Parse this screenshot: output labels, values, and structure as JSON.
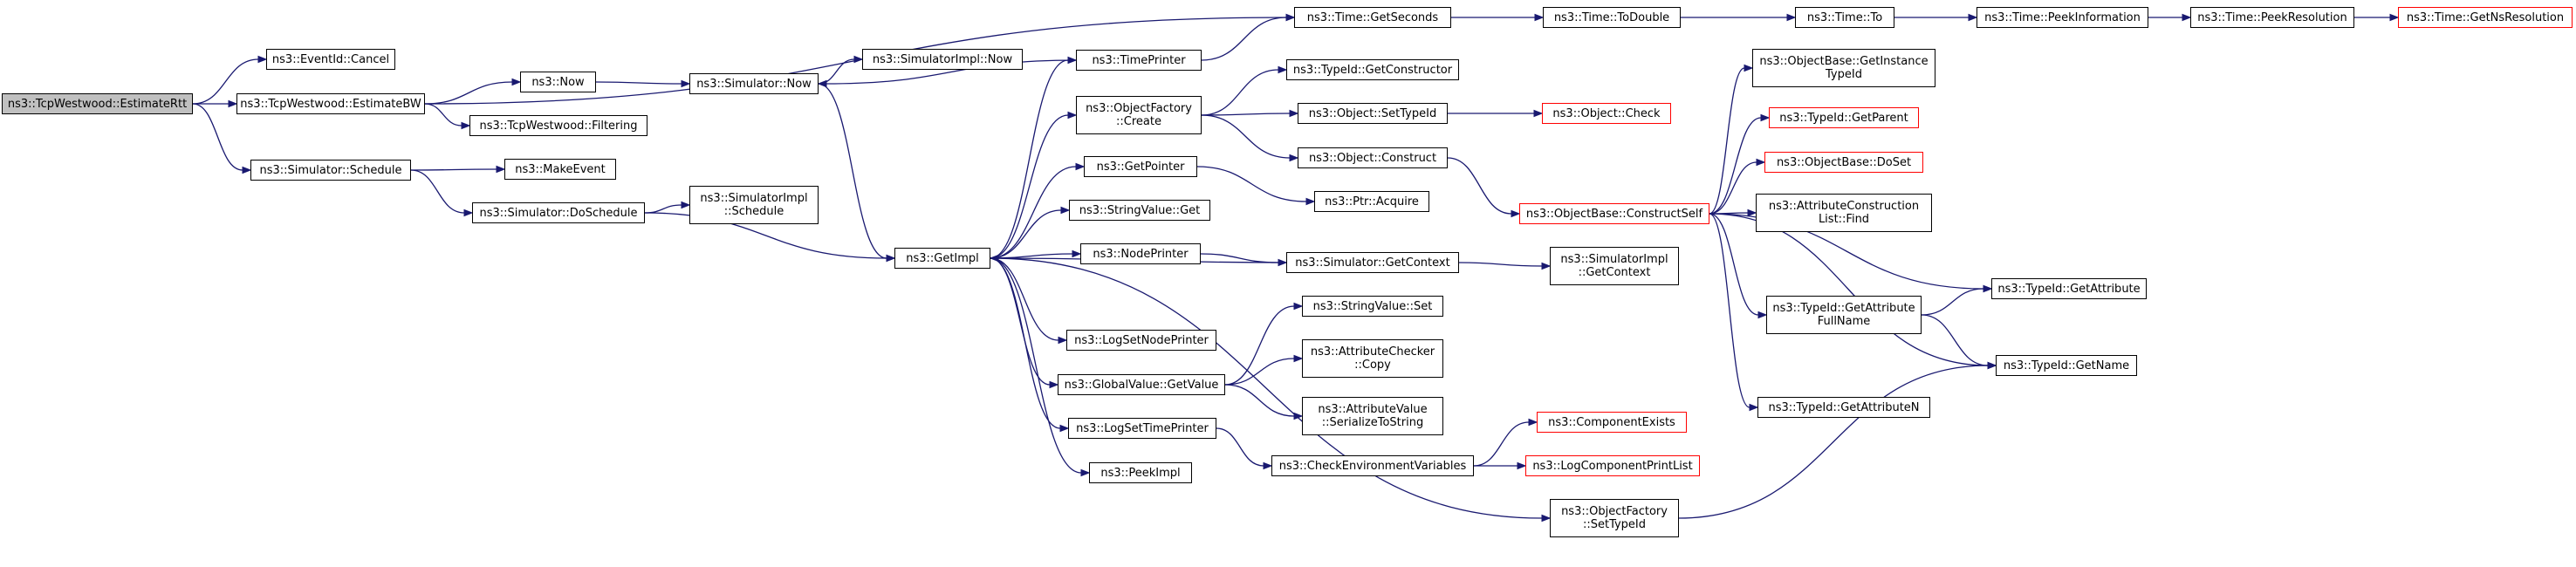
{
  "colors": {
    "edge": "#191970",
    "truncated_border": "#ff0000",
    "root_fill": "#c0c0c0",
    "node_border": "#000000"
  },
  "nodes": {
    "tcpwestwood_estimatertt": "ns3::TcpWestwood::EstimateRtt",
    "eventid_cancel": "ns3::EventId::Cancel",
    "tcpwestwood_estimatebw": "ns3::TcpWestwood::EstimateBW",
    "simulator_schedule": "ns3::Simulator::Schedule",
    "now": "ns3::Now",
    "tcpwestwood_filtering": "ns3::TcpWestwood::Filtering",
    "simulator_now": "ns3::Simulator::Now",
    "simulatorimpl_now": "ns3::SimulatorImpl::Now",
    "makeevent": "ns3::MakeEvent",
    "simulator_doschedule": "ns3::Simulator::DoSchedule",
    "simulatorimpl_schedule_1": "ns3::SimulatorImpl",
    "simulatorimpl_schedule_2": "::Schedule",
    "getimpl": "ns3::GetImpl",
    "time_getseconds": "ns3::Time::GetSeconds",
    "timeprinter": "ns3::TimePrinter",
    "objectfactory_create_1": "ns3::ObjectFactory",
    "objectfactory_create_2": "::Create",
    "getpointer": "ns3::GetPointer",
    "stringvalue_get": "ns3::StringValue::Get",
    "nodeprinter": "ns3::NodePrinter",
    "logsetnodeprinter": "ns3::LogSetNodePrinter",
    "globalvalue_getvalue": "ns3::GlobalValue::GetValue",
    "logsettimeprinter": "ns3::LogSetTimePrinter",
    "peekimpl": "ns3::PeekImpl",
    "objectfactory_settypeid_1": "ns3::ObjectFactory",
    "objectfactory_settypeid_2": "::SetTypeId",
    "time_todouble": "ns3::Time::ToDouble",
    "typeid_getconstructor": "ns3::TypeId::GetConstructor",
    "object_settypeid": "ns3::Object::SetTypeId",
    "object_construct": "ns3::Object::Construct",
    "ptr_acquire": "ns3::Ptr::Acquire",
    "simulator_getcontext": "ns3::Simulator::GetContext",
    "stringvalue_set": "ns3::StringValue::Set",
    "attributechecker_copy_1": "ns3::AttributeChecker",
    "attributechecker_copy_2": "::Copy",
    "attributevalue_serialize_1": "ns3::AttributeValue",
    "attributevalue_serialize_2": "::SerializeToString",
    "checkenvironmentvariables": "ns3::CheckEnvironmentVariables",
    "time_to": "ns3::Time::To",
    "object_check": "ns3::Object::Check",
    "objectbase_constructself": "ns3::ObjectBase::ConstructSelf",
    "simulatorimpl_getcontext_1": "ns3::SimulatorImpl",
    "simulatorimpl_getcontext_2": "::GetContext",
    "componentexists": "ns3::ComponentExists",
    "logcomponentprintlist": "ns3::LogComponentPrintList",
    "time_peekinformation": "ns3::Time::PeekInformation",
    "objectbase_getinstancetypeid_1": "ns3::ObjectBase::GetInstance",
    "objectbase_getinstancetypeid_2": "TypeId",
    "typeid_getparent": "ns3::TypeId::GetParent",
    "objectbase_doset": "ns3::ObjectBase::DoSet",
    "attributeconstructionlist_find_1": "ns3::AttributeConstruction",
    "attributeconstructionlist_find_2": "List::Find",
    "typeid_getattributefullname_1": "ns3::TypeId::GetAttribute",
    "typeid_getattributefullname_2": "FullName",
    "typeid_getattributen": "ns3::TypeId::GetAttributeN",
    "time_peekresolution": "ns3::Time::PeekResolution",
    "typeid_getattribute": "ns3::TypeId::GetAttribute",
    "typeid_getname": "ns3::TypeId::GetName",
    "time_getnsresolution": "ns3::Time::GetNsResolution"
  }
}
